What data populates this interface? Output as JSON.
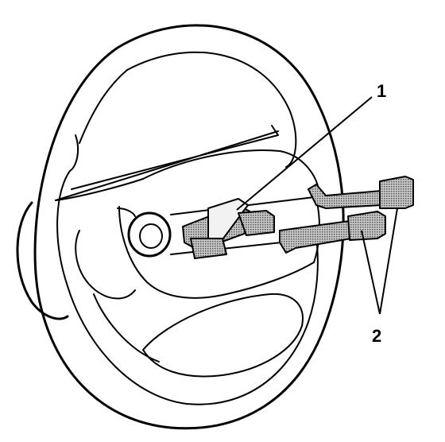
{
  "callouts": [
    {
      "id": "1",
      "label": "1"
    },
    {
      "id": "2",
      "label": "2"
    }
  ],
  "colors": {
    "ink": "#000000",
    "paper": "#ffffff",
    "shade": "#9a9a9a"
  }
}
